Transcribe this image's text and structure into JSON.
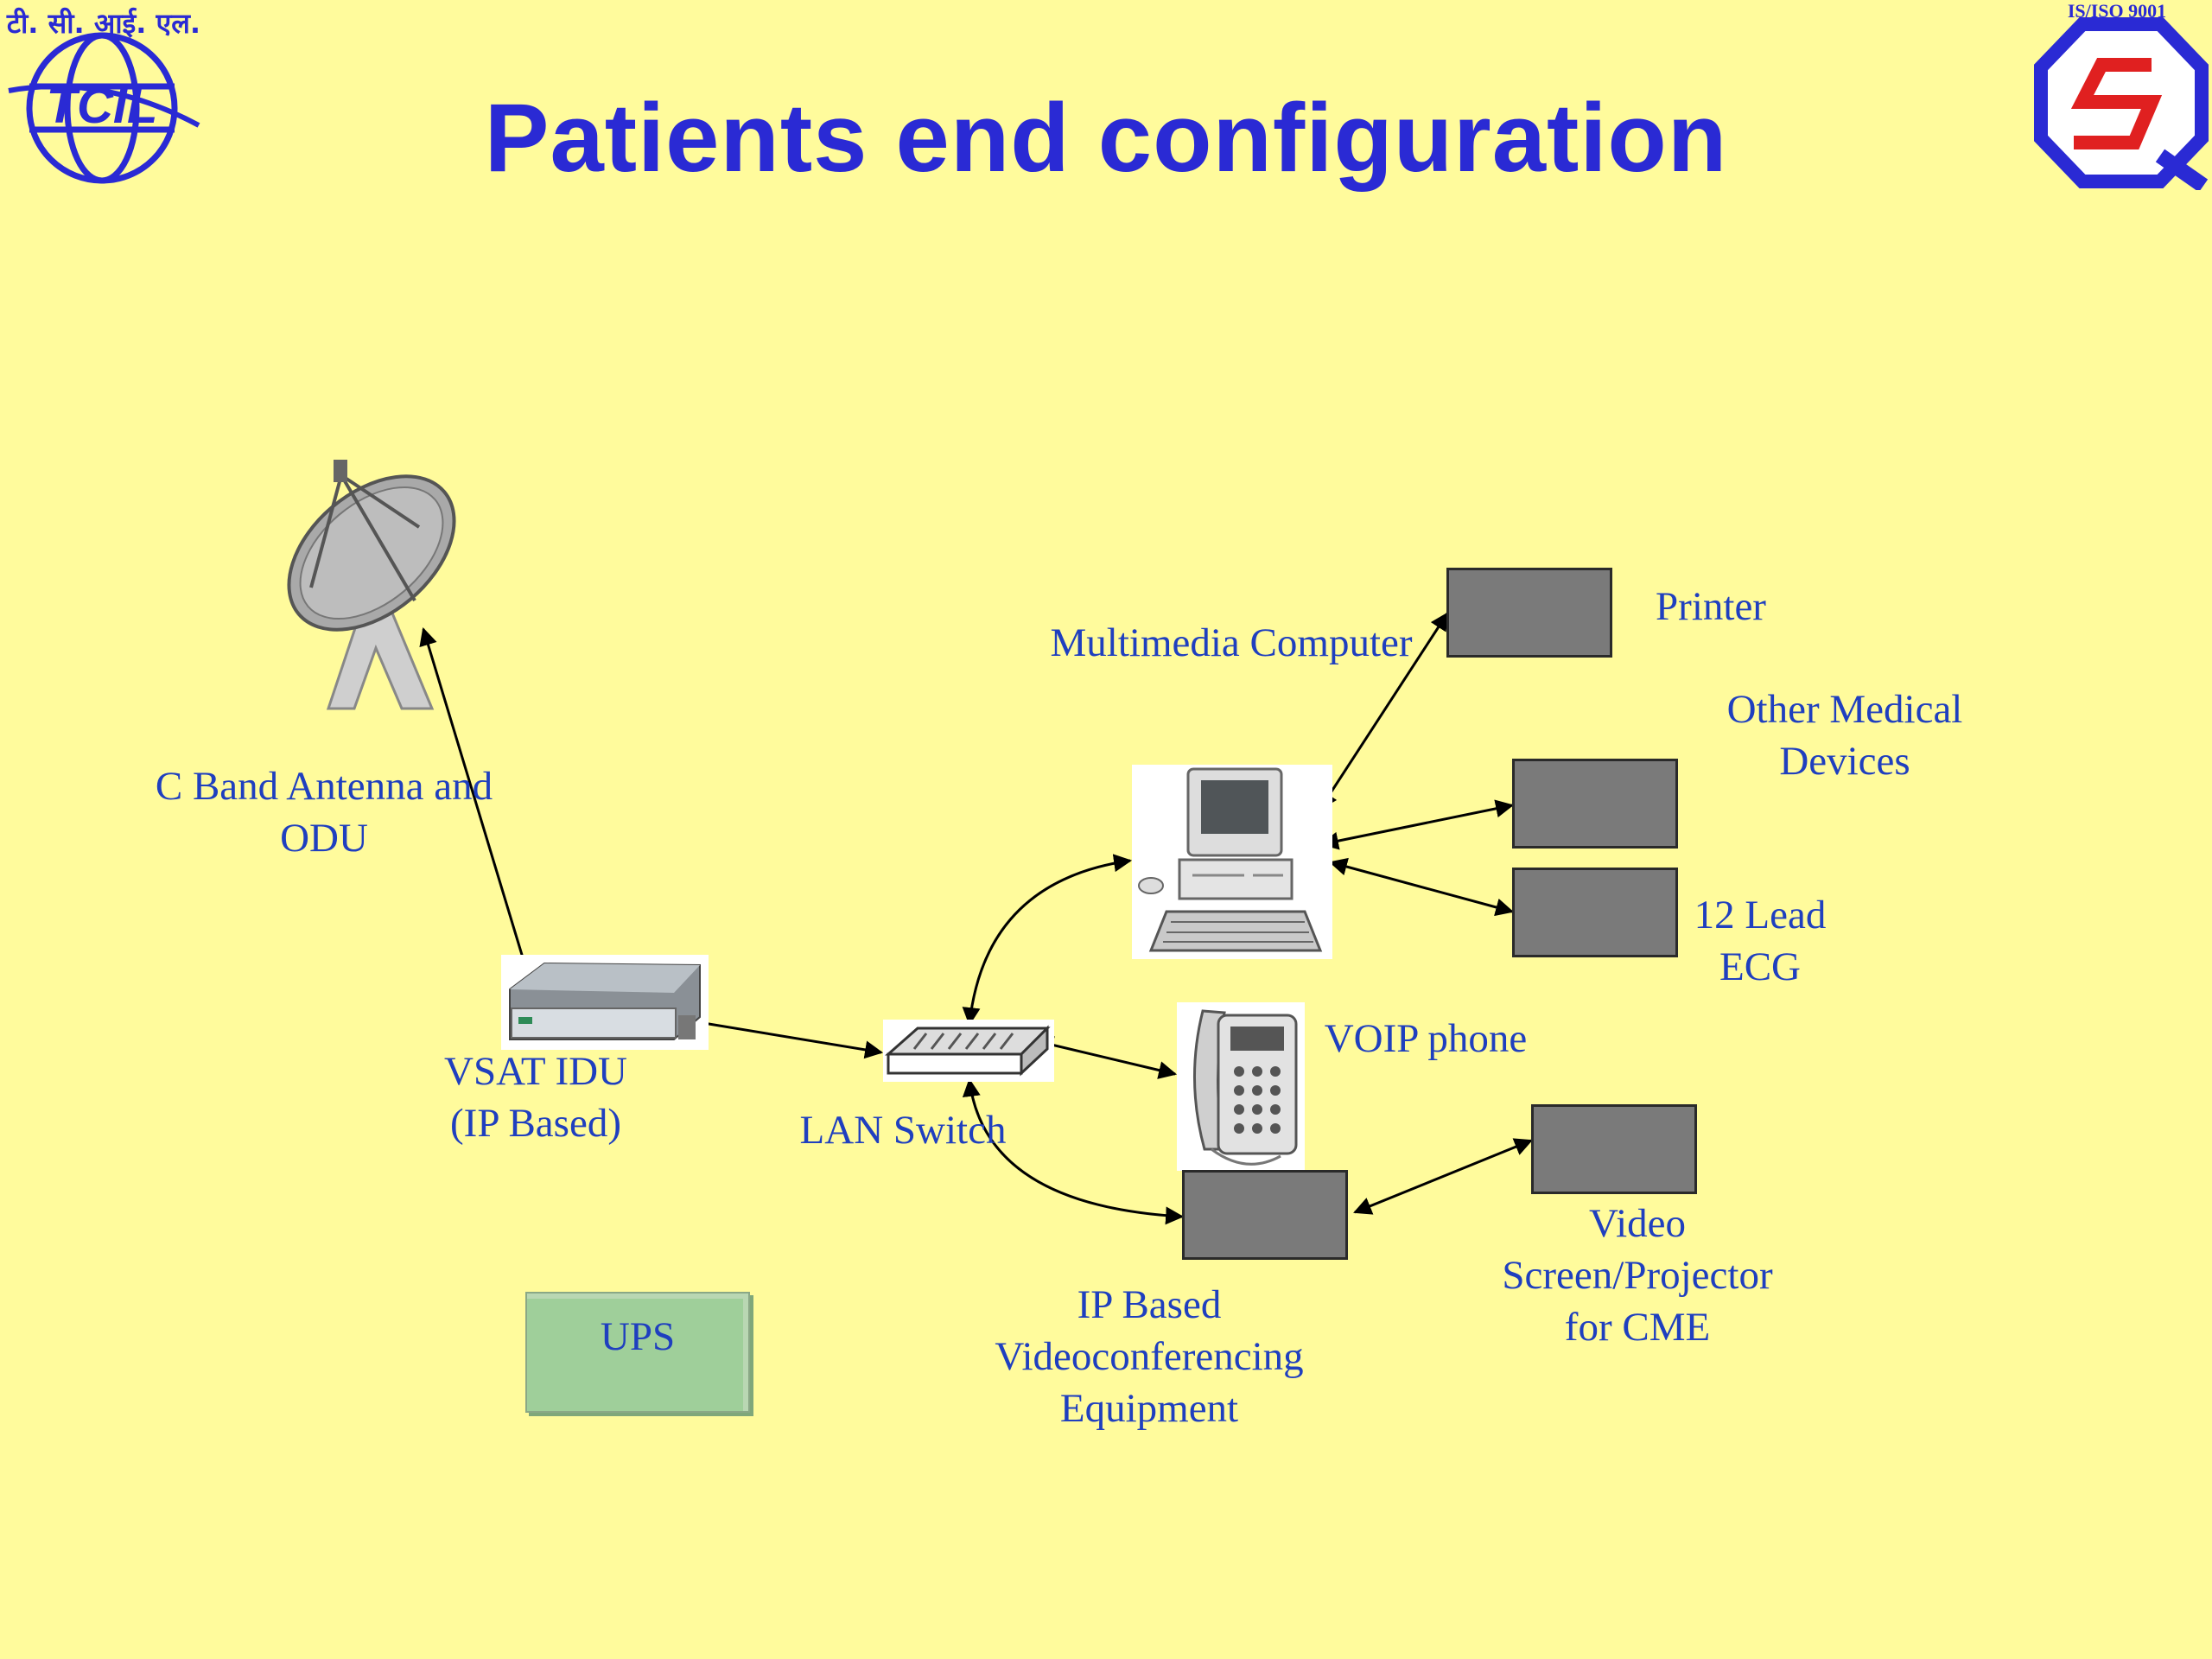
{
  "slide": {
    "title": "Patients end configuration",
    "logo_left_text": "टी. सी. आई. एल.",
    "logo_left_brand": "TCIL",
    "logo_right_caption": "IS/ISO 9001"
  },
  "labels": {
    "antenna": [
      "C Band Antenna and",
      "ODU"
    ],
    "vsat": [
      "VSAT IDU",
      "(IP Based)"
    ],
    "lan_switch": "LAN Switch",
    "multimedia_computer": "Multimedia Computer",
    "printer": "Printer",
    "other_medical": [
      "Other Medical",
      "Devices"
    ],
    "ecg": [
      "12 Lead",
      "ECG"
    ],
    "voip": "VOIP phone",
    "video_screen": [
      "Video",
      "Screen/Projector",
      "for CME"
    ],
    "ip_video": [
      "IP Based",
      "Videoconferencing",
      "Equipment"
    ],
    "ups": "UPS"
  },
  "icons": {
    "antenna": "satellite-dish-icon",
    "vsat": "vsat-idu-icon",
    "lan_switch": "lan-switch-icon",
    "computer": "desktop-computer-icon",
    "voip": "voip-phone-icon"
  },
  "colors": {
    "background": "#fffb9c",
    "title": "#2a2ad4",
    "label": "#1f3fbf",
    "device_box": "#7a7a7a",
    "ups_box": "#9fcf9a"
  }
}
